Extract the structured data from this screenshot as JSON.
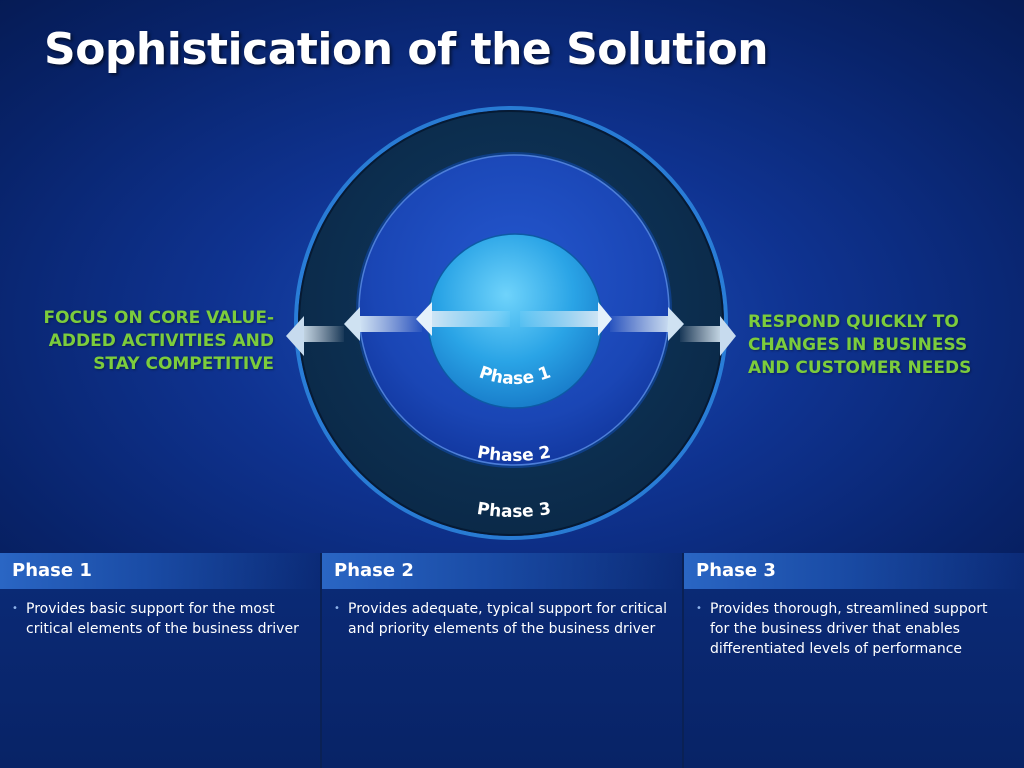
{
  "slide": {
    "title": "Sophistication of the Solution"
  },
  "diagram": {
    "left_caption": [
      "FOCUS ON CORE VALUE-",
      "ADDED ACTIVITIES AND",
      "STAY COMPETITIVE"
    ],
    "right_caption": [
      "RESPOND QUICKLY TO",
      "CHANGES IN BUSINESS",
      "AND CUSTOMER NEEDS"
    ],
    "rings": [
      "Phase 1",
      "Phase 2",
      "Phase 3"
    ],
    "colors": {
      "caption": "#7ccc3c",
      "outer_ring": "#0d2f55",
      "middle_ring": "#1d4ec2",
      "core": "#2aa4e6"
    }
  },
  "panels": [
    {
      "heading": "Phase 1",
      "text": "Provides basic support for the most critical elements of the business driver"
    },
    {
      "heading": "Phase 2",
      "text": "Provides adequate, typical support for critical and priority elements of the business driver"
    },
    {
      "heading": "Phase 3",
      "text": "Provides thorough, streamlined support for the business driver that enables differentiated levels of performance"
    }
  ]
}
